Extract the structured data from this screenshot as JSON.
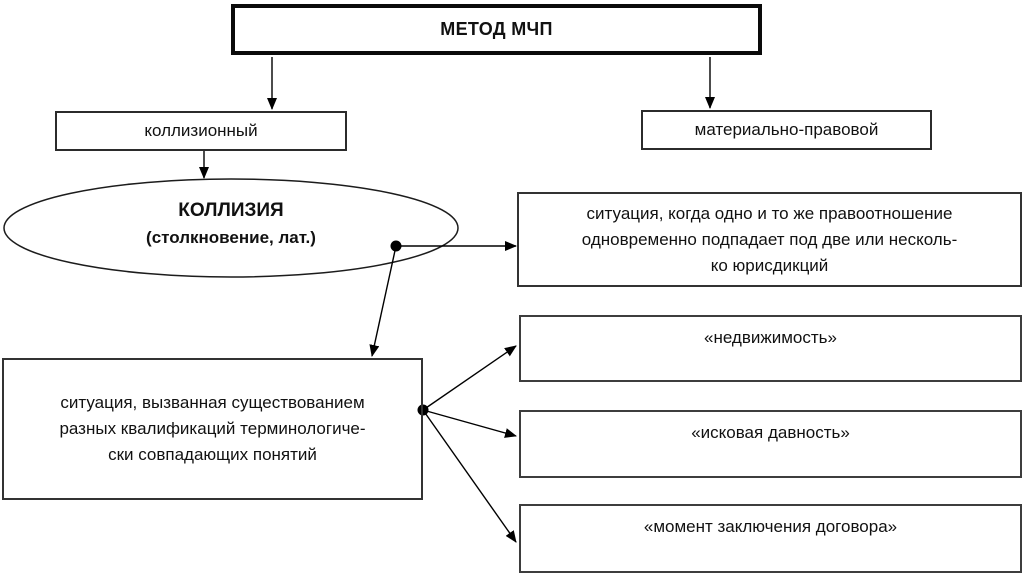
{
  "canvas": {
    "background": "#ffffff",
    "stroke_color": "#000000"
  },
  "diagram": {
    "title": "МЕТОД МЧП",
    "methods": {
      "collisional": "коллизионный",
      "substantive": "материально-правовой"
    },
    "collision_concept": {
      "term": "КОЛЛИЗИЯ",
      "translation": "(столкновение, лат.)"
    },
    "jurisdiction_definition": {
      "line1": "ситуация, когда одно и то же правоотношение",
      "line2": "одновременно подпадает под две или несколь-",
      "line3": "ко юрисдикций"
    },
    "qualification_definition": {
      "line1": "ситуация, вызванная существованием",
      "line2": "разных квалификаций терминологиче-",
      "line3": "ски совпадающих понятий"
    },
    "examples": [
      "«недвижимость»",
      "«исковая давность»",
      "«момент заключения договора»"
    ]
  }
}
